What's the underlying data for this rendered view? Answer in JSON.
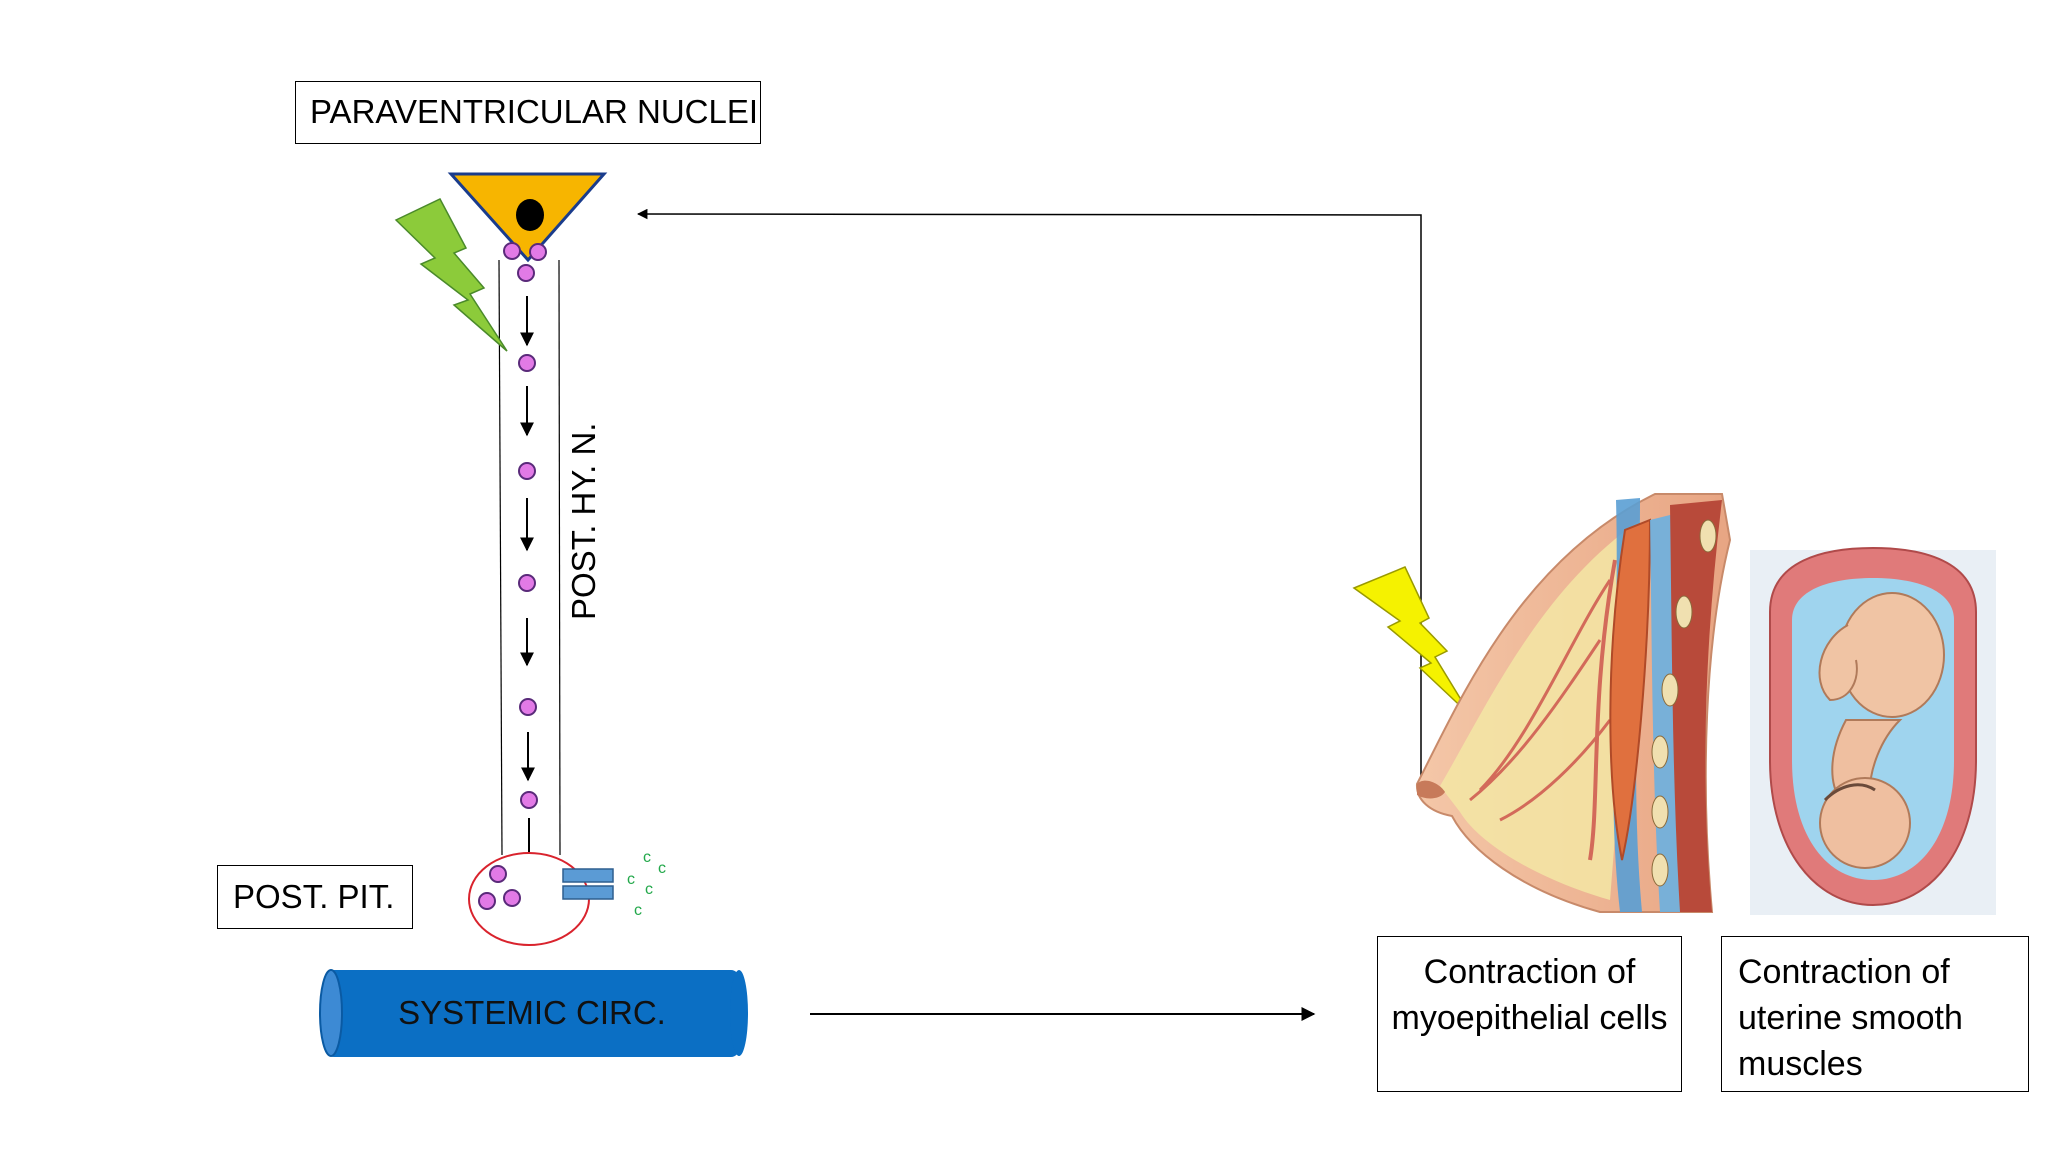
{
  "labels": {
    "paraventricular_nuclei": "PARAVENTRICULAR NUCLEI",
    "post_hy_n": "POST. HY. N.",
    "post_pit": "POST. PIT.",
    "systemic_circ": "SYSTEMIC CIRC.",
    "myoepithelial": "Contraction of myoepithelial cells",
    "uterine": "Contraction of uterine smooth muscles"
  },
  "receptor_letter": "c",
  "colors": {
    "neuron_body": "#F7B500",
    "vesicle": "#E27AE6",
    "lightning_green": "#8CCB3A",
    "lightning_yellow": "#F5F200",
    "vessel": "#0B6FC4",
    "terminal_outline": "#D9232D",
    "receptor": "#5B9BD5",
    "receptor_text": "#22A84A"
  }
}
